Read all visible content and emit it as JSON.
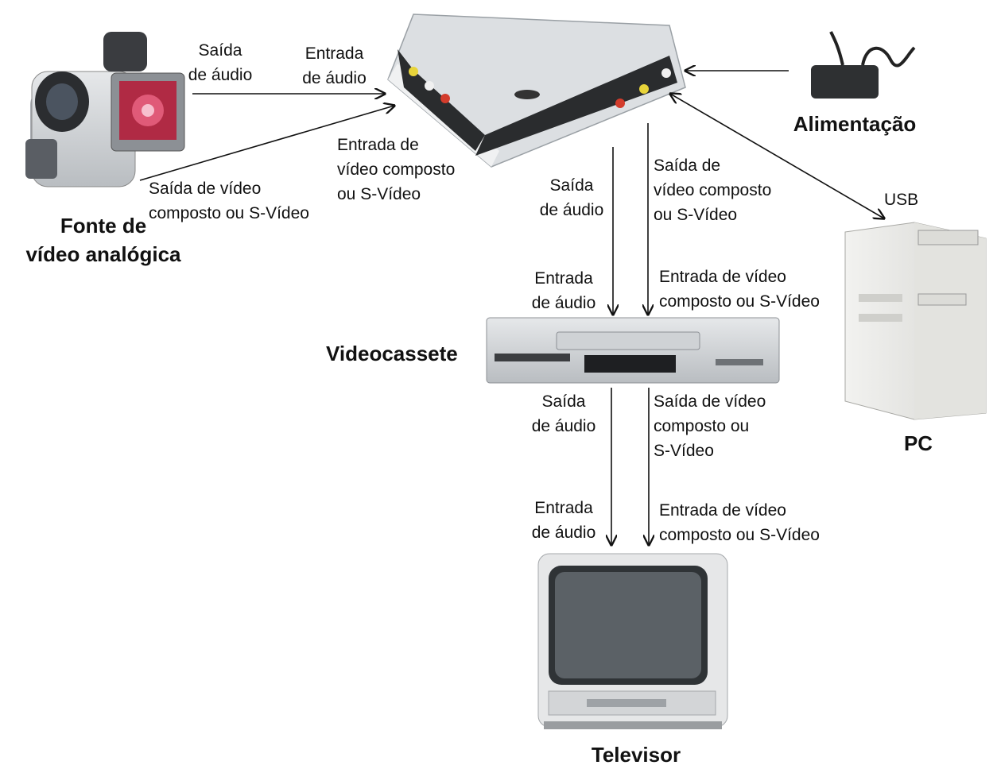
{
  "devices": {
    "camera": "Fonte de\nvídeo analógica",
    "capture_device": "",
    "power": "Alimentação",
    "pc": "PC",
    "vcr": "Videocassete",
    "tv": "Televisor"
  },
  "labels": {
    "cam_audio_out": "Saída\nde áudio",
    "cap_audio_in": "Entrada\nde áudio",
    "cap_video_in": "Entrada de\nvídeo composto\nou S-Vídeo",
    "cam_video_out": "Saída de vídeo\ncomposto ou S-Vídeo",
    "usb": "USB",
    "cap_audio_out": "Saída\nde áudio",
    "cap_video_out": "Saída de\nvídeo composto\nou S-Vídeo",
    "vcr_audio_in": "Entrada\nde áudio",
    "vcr_video_in": "Entrada de vídeo\ncomposto ou S-Vídeo",
    "vcr_audio_out": "Saída\nde áudio",
    "vcr_video_out": "Saída de vídeo\ncomposto ou\nS-Vídeo",
    "tv_audio_in": "Entrada\nde áudio",
    "tv_video_in": "Entrada de vídeo\ncomposto ou S-Vídeo"
  }
}
